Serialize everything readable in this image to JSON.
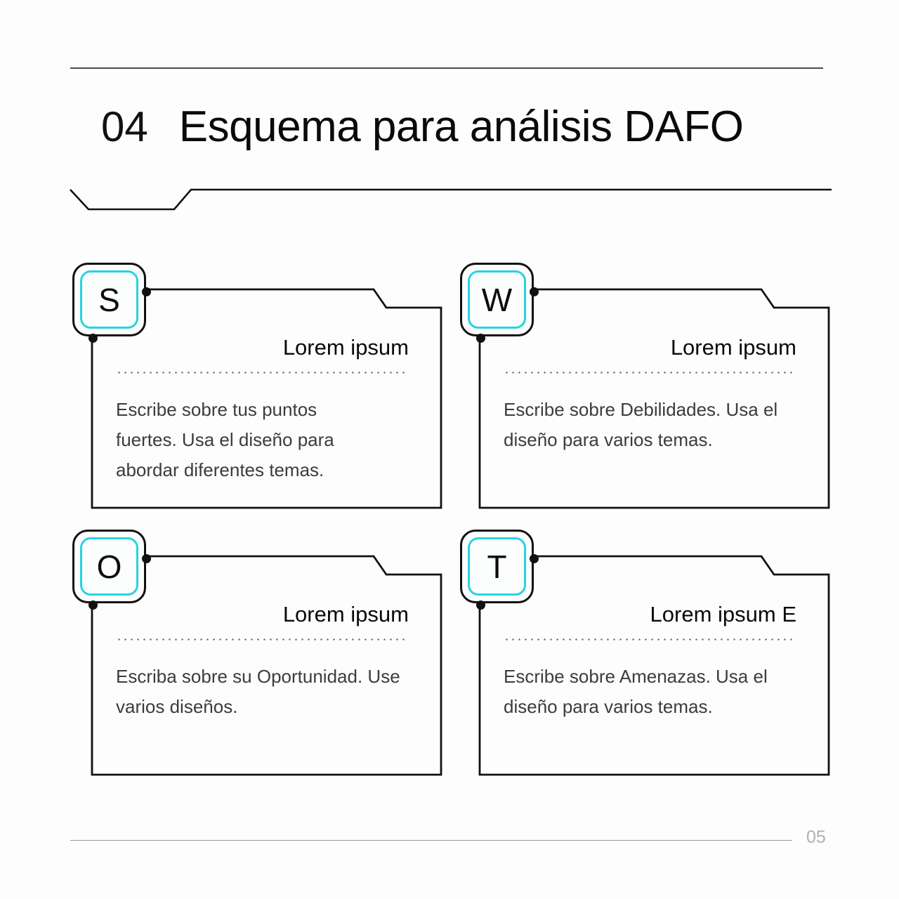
{
  "header": {
    "number": "04",
    "title": "Esquema para análisis DAFO"
  },
  "colors": {
    "accent_cyan": "#27d3e3",
    "ink": "#0a0a0a",
    "body_text": "#3c3c3c",
    "rule": "#4a4a4a",
    "footer_rule": "#9a9a9a",
    "page_number": "#b0b0b0",
    "background": "#fdfdfd"
  },
  "quadrants": [
    {
      "letter": "S",
      "heading": "Lorem ipsum",
      "text": "Escribe sobre tus puntos fuertes. Usa el diseño para abordar diferentes temas."
    },
    {
      "letter": "W",
      "heading": "Lorem ipsum",
      "text": "Escribe sobre Debilidades. Usa el diseño para varios temas."
    },
    {
      "letter": "O",
      "heading": "Lorem ipsum",
      "text": "Escriba sobre su Oportunidad. Use varios diseños."
    },
    {
      "letter": "T",
      "heading": "Lorem ipsum E",
      "text": "Escribe sobre Amenazas. Usa el diseño para varios temas."
    }
  ],
  "footer": {
    "page_number": "05"
  }
}
